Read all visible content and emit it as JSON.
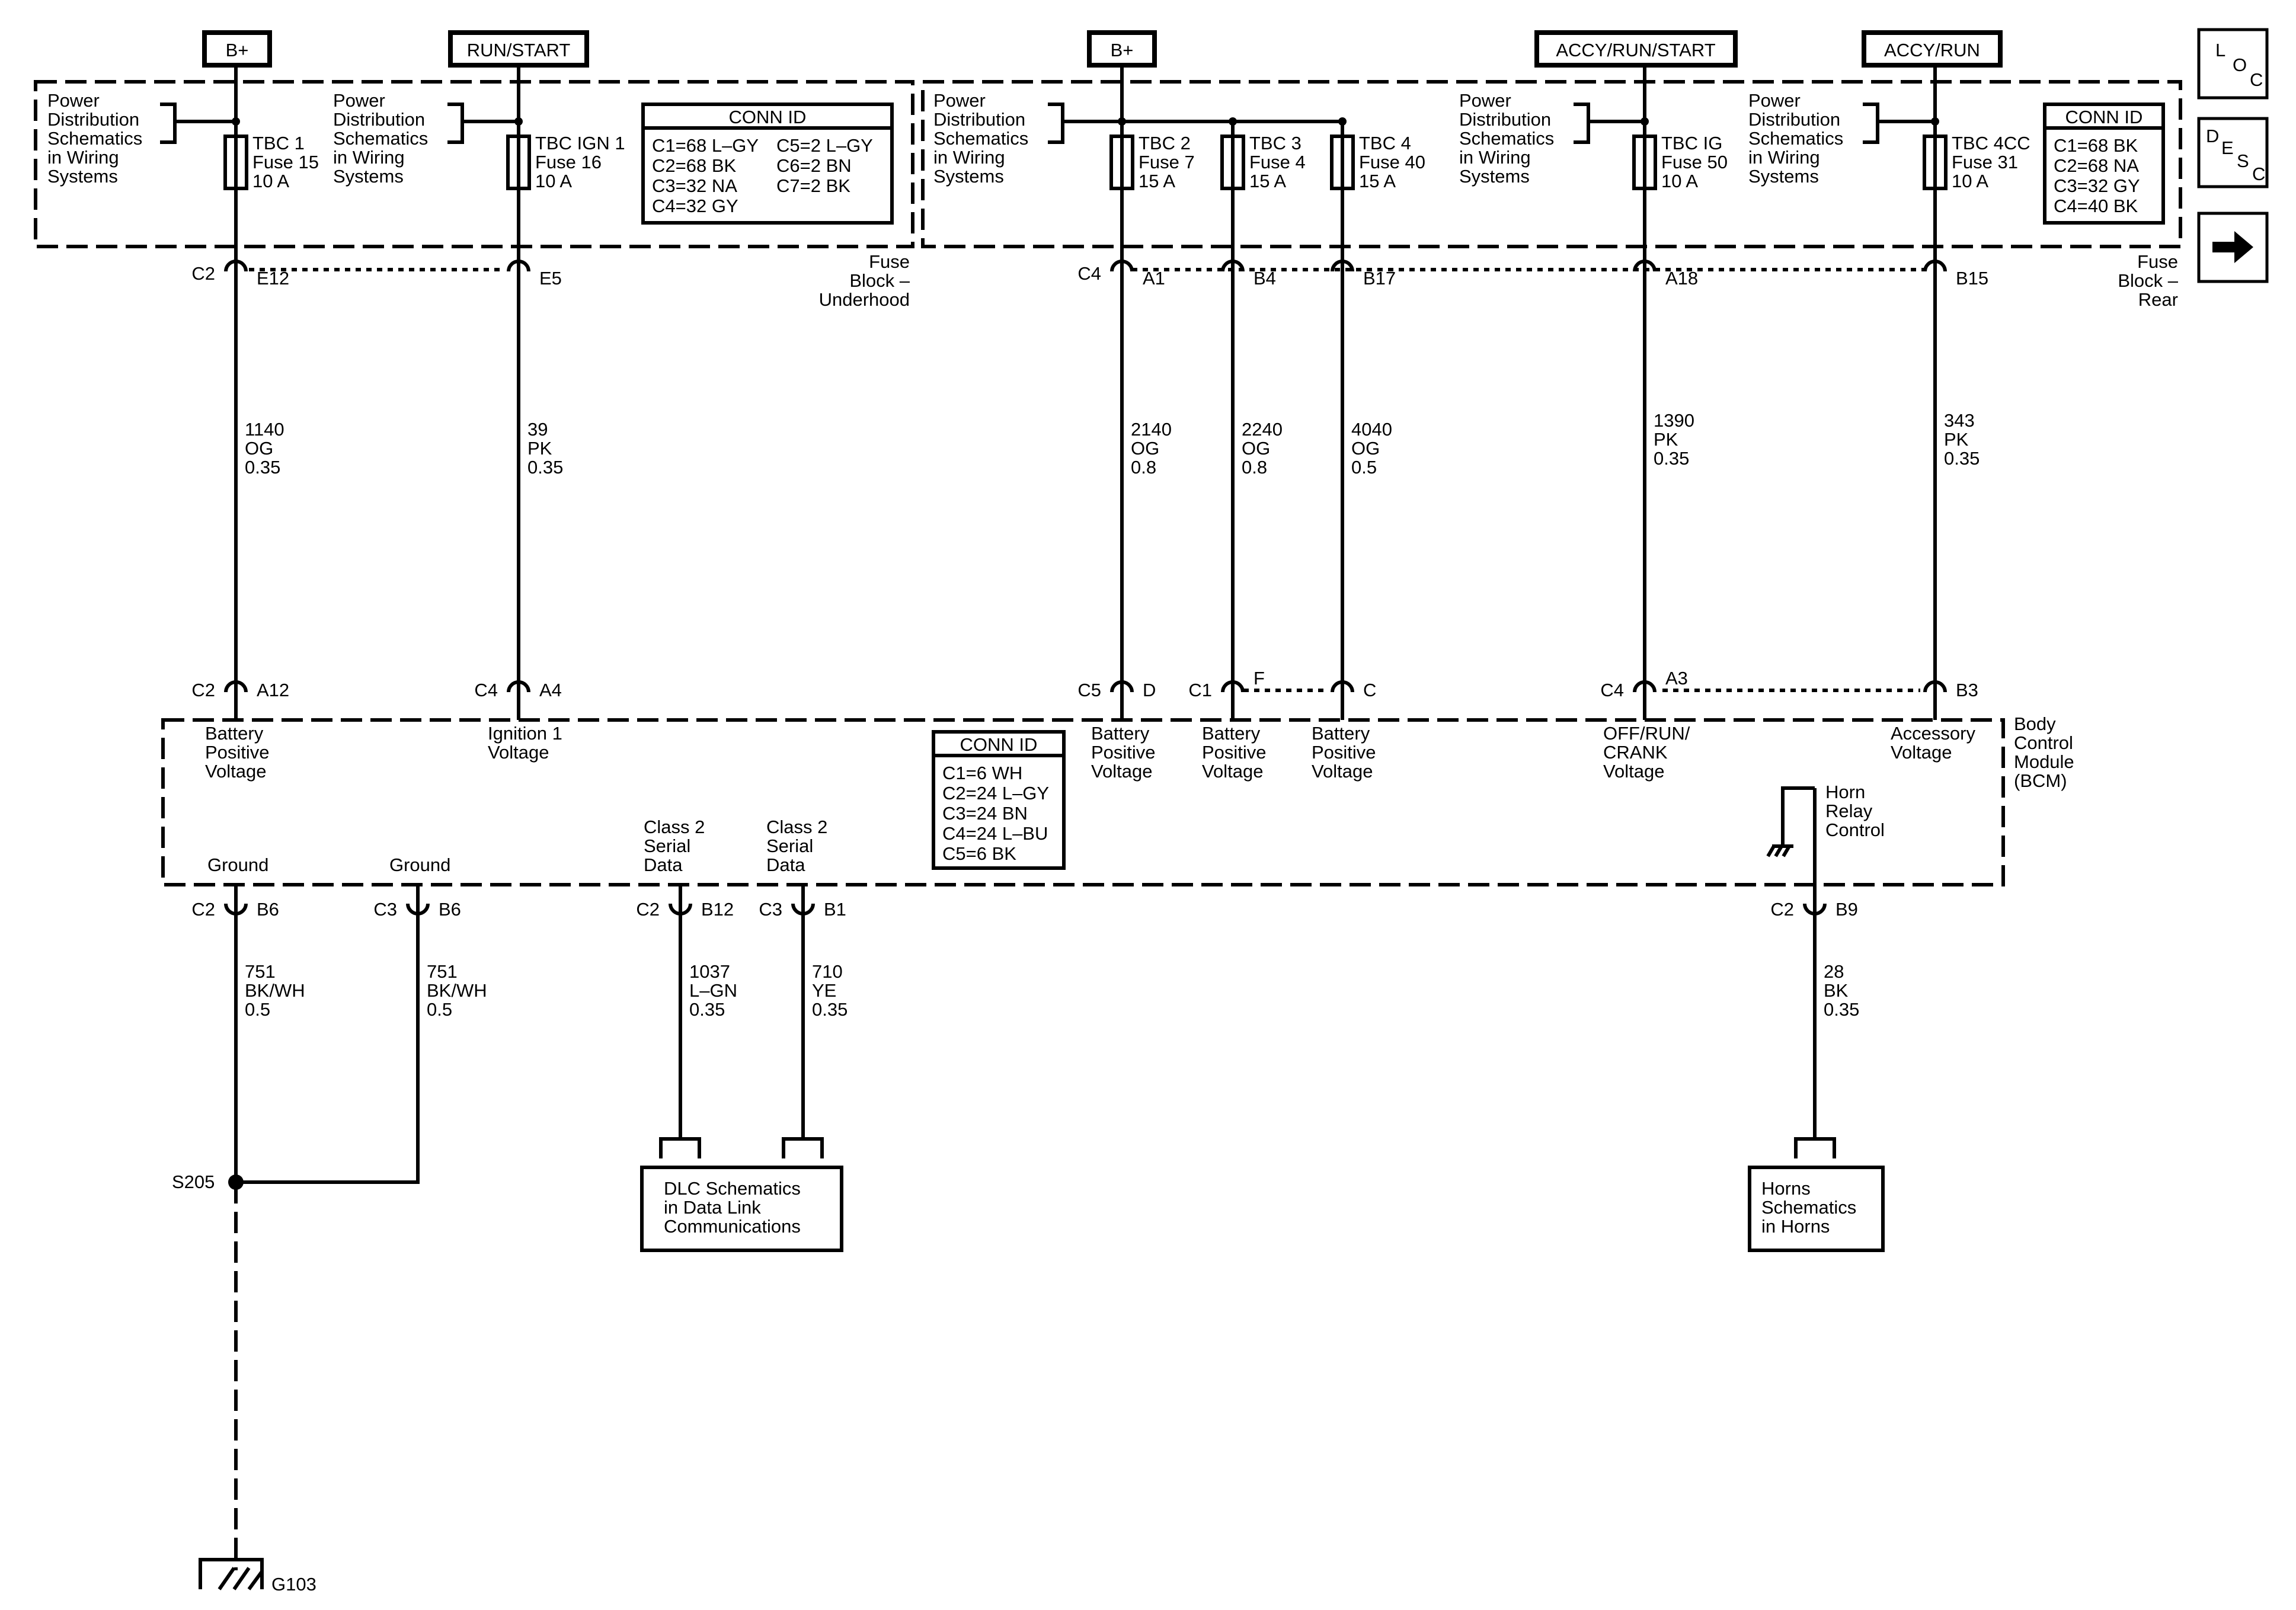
{
  "power_sources": {
    "bplus_left": "B+",
    "run_start": "RUN/START",
    "bplus_right": "B+",
    "accy_run_start": "ACCY/RUN/START",
    "accy_run": "ACCY/RUN"
  },
  "nav": {
    "loc": [
      "L",
      "O",
      "C"
    ],
    "desc": [
      "D",
      "E",
      "S",
      "C"
    ],
    "next_icon": "arrow-right-icon"
  },
  "power_dist_ref": [
    "Power",
    "Distribution",
    "Schematics",
    "in Wiring",
    "Systems"
  ],
  "fuses": [
    {
      "id": "tbc1",
      "lines": [
        "TBC 1",
        "Fuse 15",
        "10 A"
      ]
    },
    {
      "id": "tbcign1",
      "lines": [
        "TBC IGN 1",
        "Fuse 16",
        "10 A"
      ]
    },
    {
      "id": "tbc2",
      "lines": [
        "TBC 2",
        "Fuse 7",
        "15 A"
      ]
    },
    {
      "id": "tbc3",
      "lines": [
        "TBC 3",
        "Fuse 4",
        "15 A"
      ]
    },
    {
      "id": "tbc4",
      "lines": [
        "TBC 4",
        "Fuse 40",
        "15 A"
      ]
    },
    {
      "id": "tbcig",
      "lines": [
        "TBC IG",
        "Fuse 50",
        "10 A"
      ]
    },
    {
      "id": "tbc4cc",
      "lines": [
        "TBC 4CC",
        "Fuse 31",
        "10 A"
      ]
    }
  ],
  "conn_id_underhood": {
    "title": "CONN ID",
    "rows": [
      [
        "C1=68 L–GY",
        "C5=2 L–GY"
      ],
      [
        "C2=68 BK",
        "C6=2 BN"
      ],
      [
        "C3=32 NA",
        "C7=2 BK"
      ],
      [
        "C4=32 GY",
        ""
      ]
    ]
  },
  "conn_id_rear": {
    "title": "CONN ID",
    "rows": [
      "C1=68 BK",
      "C2=68 NA",
      "C3=32 GY",
      "C4=40 BK"
    ]
  },
  "conn_id_bcm": {
    "title": "CONN ID",
    "rows": [
      "C1=6 WH",
      "C2=24 L–GY",
      "C3=24 BN",
      "C4=24 L–BU",
      "C5=6 BK"
    ]
  },
  "fuse_block_underhood": [
    "Fuse",
    "Block –",
    "Underhood"
  ],
  "fuse_block_rear": [
    "Fuse",
    "Block –",
    "Rear"
  ],
  "bcm_label": [
    "Body",
    "Control",
    "Module",
    "(BCM)"
  ],
  "fuse_out_pins": [
    {
      "conn": "C2",
      "pin": "E12"
    },
    {
      "conn": "",
      "pin": "E5"
    },
    {
      "conn": "C4",
      "pin": "A1"
    },
    {
      "conn": "",
      "pin": "B4"
    },
    {
      "conn": "",
      "pin": "B17"
    },
    {
      "conn": "",
      "pin": "A18"
    },
    {
      "conn": "",
      "pin": "B15"
    }
  ],
  "wires_upper": [
    {
      "circuit": "1140",
      "color": "OG",
      "gauge": "0.35"
    },
    {
      "circuit": "39",
      "color": "PK",
      "gauge": "0.35"
    },
    {
      "circuit": "2140",
      "color": "OG",
      "gauge": "0.8"
    },
    {
      "circuit": "2240",
      "color": "OG",
      "gauge": "0.8"
    },
    {
      "circuit": "4040",
      "color": "OG",
      "gauge": "0.5"
    },
    {
      "circuit": "1390",
      "color": "PK",
      "gauge": "0.35"
    },
    {
      "circuit": "343",
      "color": "PK",
      "gauge": "0.35"
    }
  ],
  "bcm_in_pins": [
    {
      "conn": "C2",
      "pin": "A12"
    },
    {
      "conn": "C4",
      "pin": "A4"
    },
    {
      "conn": "C5",
      "pin": "D"
    },
    {
      "conn": "C1",
      "pin": "F"
    },
    {
      "conn": "",
      "pin": "C"
    },
    {
      "conn": "C4",
      "pin": "A3"
    },
    {
      "conn": "",
      "pin": "B3"
    }
  ],
  "bcm_inputs": [
    [
      "Battery",
      "Positive",
      "Voltage"
    ],
    [
      "Ignition 1",
      "Voltage"
    ],
    [
      "Battery",
      "Positive",
      "Voltage"
    ],
    [
      "Battery",
      "Positive",
      "Voltage"
    ],
    [
      "Battery",
      "Positive",
      "Voltage"
    ],
    [
      "OFF/RUN/",
      "CRANK",
      "Voltage"
    ],
    [
      "Accessory",
      "Voltage"
    ]
  ],
  "bcm_bottom_labels": [
    [
      "Ground"
    ],
    [
      "Ground"
    ],
    [
      "Class 2",
      "Serial",
      "Data"
    ],
    [
      "Class 2",
      "Serial",
      "Data"
    ],
    [
      "Horn",
      "Relay",
      "Control"
    ]
  ],
  "bcm_out_pins": [
    {
      "conn": "C2",
      "pin": "B6"
    },
    {
      "conn": "C3",
      "pin": "B6"
    },
    {
      "conn": "C2",
      "pin": "B12"
    },
    {
      "conn": "C3",
      "pin": "B1"
    },
    {
      "conn": "C2",
      "pin": "B9"
    }
  ],
  "wires_lower": [
    {
      "circuit": "751",
      "color": "BK/WH",
      "gauge": "0.5"
    },
    {
      "circuit": "751",
      "color": "BK/WH",
      "gauge": "0.5"
    },
    {
      "circuit": "1037",
      "color": "L–GN",
      "gauge": "0.35"
    },
    {
      "circuit": "710",
      "color": "YE",
      "gauge": "0.35"
    },
    {
      "circuit": "28",
      "color": "BK",
      "gauge": "0.35"
    }
  ],
  "splice": "S205",
  "ground": "G103",
  "dlc_ref": [
    "DLC Schematics",
    "in Data Link",
    "Communications"
  ],
  "horns_ref": [
    "Horns",
    "Schematics",
    "in Horns"
  ]
}
